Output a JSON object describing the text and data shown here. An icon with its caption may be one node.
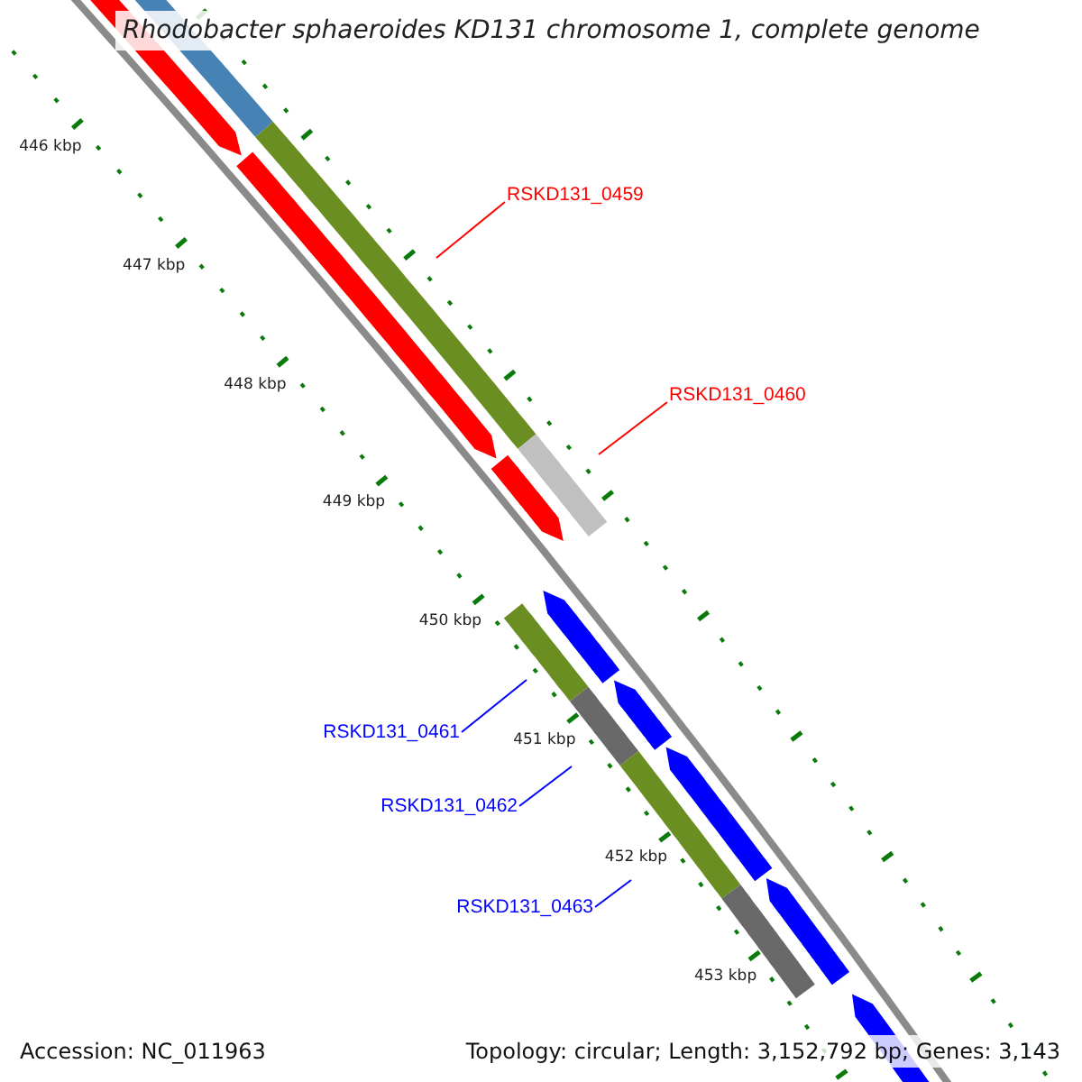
{
  "diagram": {
    "title": "Rhodobacter sphaeroides KD131 chromosome 1, complete genome",
    "nodes": [
      {
        "text": [
          "RSKD131_0459"
        ]
      },
      {
        "text": [
          "RSKD131_0460"
        ]
      },
      {
        "text": [
          "RSKD131_0461"
        ]
      },
      {
        "text": [
          "RSKD131_0462"
        ]
      },
      {
        "text": [
          "RSKD131_0463"
        ]
      }
    ],
    "edges": [
      {
        "from": 0,
        "to": null,
        "arrow": "none",
        "color": "#ff0000"
      },
      {
        "from": 1,
        "to": null,
        "arrow": "none",
        "color": "#ff0000"
      },
      {
        "from": 2,
        "to": null,
        "arrow": "none"
      },
      {
        "from": 3,
        "to": null,
        "arrow": "none"
      },
      {
        "from": 4,
        "to": null,
        "arrow": "none"
      }
    ],
    "labels": [
      "446 kbp",
      "447 kbp",
      "448 kbp",
      "449 kbp",
      "450 kbp",
      "451 kbp",
      "452 kbp",
      "453 kbp",
      "Accession: NC_011963",
      "Topology: circular; Length: 3,152,792 bp; Genes: 3,143"
    ]
  }
}
